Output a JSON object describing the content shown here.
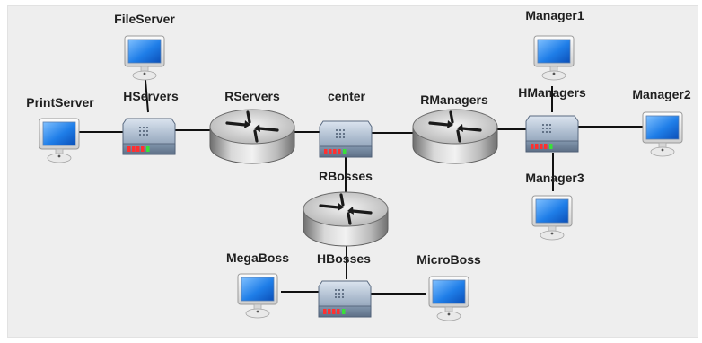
{
  "labels": {
    "FileServer": "FileServer",
    "PrintServer": "PrintServer",
    "HServers": "HServers",
    "RServers": "RServers",
    "center": "center",
    "RManagers": "RManagers",
    "HManagers": "HManagers",
    "Manager1": "Manager1",
    "Manager2": "Manager2",
    "Manager3": "Manager3",
    "RBosses": "RBosses",
    "HBosses": "HBosses",
    "MegaBoss": "MegaBoss",
    "MicroBoss": "MicroBoss"
  },
  "nodes": [
    {
      "id": "FileServer",
      "kind": "computer-icon"
    },
    {
      "id": "PrintServer",
      "kind": "computer-icon"
    },
    {
      "id": "HServers",
      "kind": "hub-icon"
    },
    {
      "id": "RServers",
      "kind": "router-icon"
    },
    {
      "id": "center",
      "kind": "hub-icon"
    },
    {
      "id": "RManagers",
      "kind": "router-icon"
    },
    {
      "id": "HManagers",
      "kind": "hub-icon"
    },
    {
      "id": "Manager1",
      "kind": "computer-icon"
    },
    {
      "id": "Manager2",
      "kind": "computer-icon"
    },
    {
      "id": "Manager3",
      "kind": "computer-icon"
    },
    {
      "id": "RBosses",
      "kind": "router-icon"
    },
    {
      "id": "HBosses",
      "kind": "hub-icon"
    },
    {
      "id": "MegaBoss",
      "kind": "computer-icon"
    },
    {
      "id": "MicroBoss",
      "kind": "computer-icon"
    }
  ],
  "links": [
    [
      "PrintServer",
      "HServers"
    ],
    [
      "FileServer",
      "HServers"
    ],
    [
      "HServers",
      "RServers"
    ],
    [
      "RServers",
      "center"
    ],
    [
      "center",
      "RManagers"
    ],
    [
      "RManagers",
      "HManagers"
    ],
    [
      "HManagers",
      "Manager1"
    ],
    [
      "HManagers",
      "Manager2"
    ],
    [
      "HManagers",
      "Manager3"
    ],
    [
      "center",
      "RBosses"
    ],
    [
      "RBosses",
      "HBosses"
    ],
    [
      "HBosses",
      "MegaBoss"
    ],
    [
      "HBosses",
      "MicroBoss"
    ]
  ]
}
